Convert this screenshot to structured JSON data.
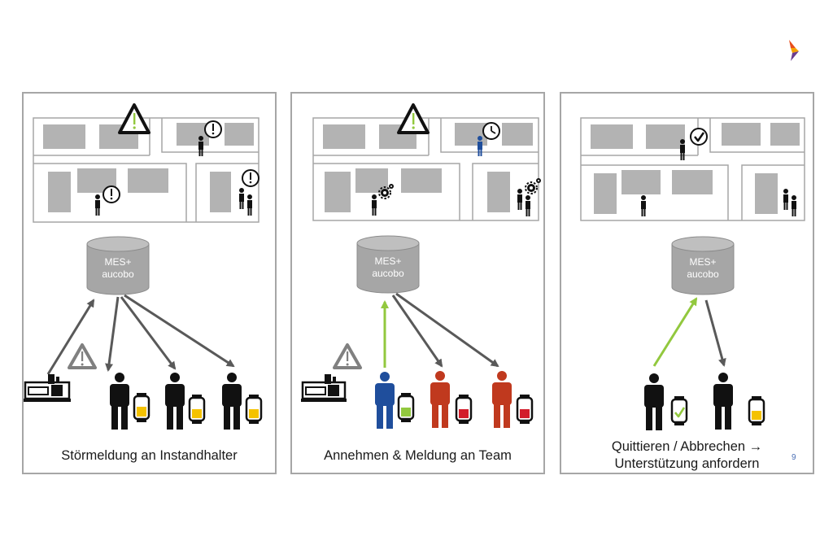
{
  "colors": {
    "border": "#a6a6a6",
    "block": "#b3b3b3",
    "green": "#92c83e",
    "blue": "#1f4e9c",
    "red": "#c0391e",
    "arrow": "#595959",
    "person": "#111111"
  },
  "database_label_line1": "MES+",
  "database_label_line2": "aucobo",
  "panels": [
    {
      "caption": "Störmeldung an Instandhalter",
      "icons": [
        "warning-icon",
        "alert-icon",
        "machine-icon",
        "smartwatch-icon"
      ]
    },
    {
      "caption": "Annehmen & Meldung an Team",
      "icons": [
        "warning-icon",
        "clock-icon",
        "gear-icon",
        "machine-icon",
        "smartwatch-icon"
      ]
    },
    {
      "caption_line1": "Quittieren / Abbrechen →",
      "caption_line2": "Unterstützung anfordern",
      "icons": [
        "checkmark-icon",
        "smartwatch-icon"
      ]
    }
  ],
  "page_number": "9"
}
